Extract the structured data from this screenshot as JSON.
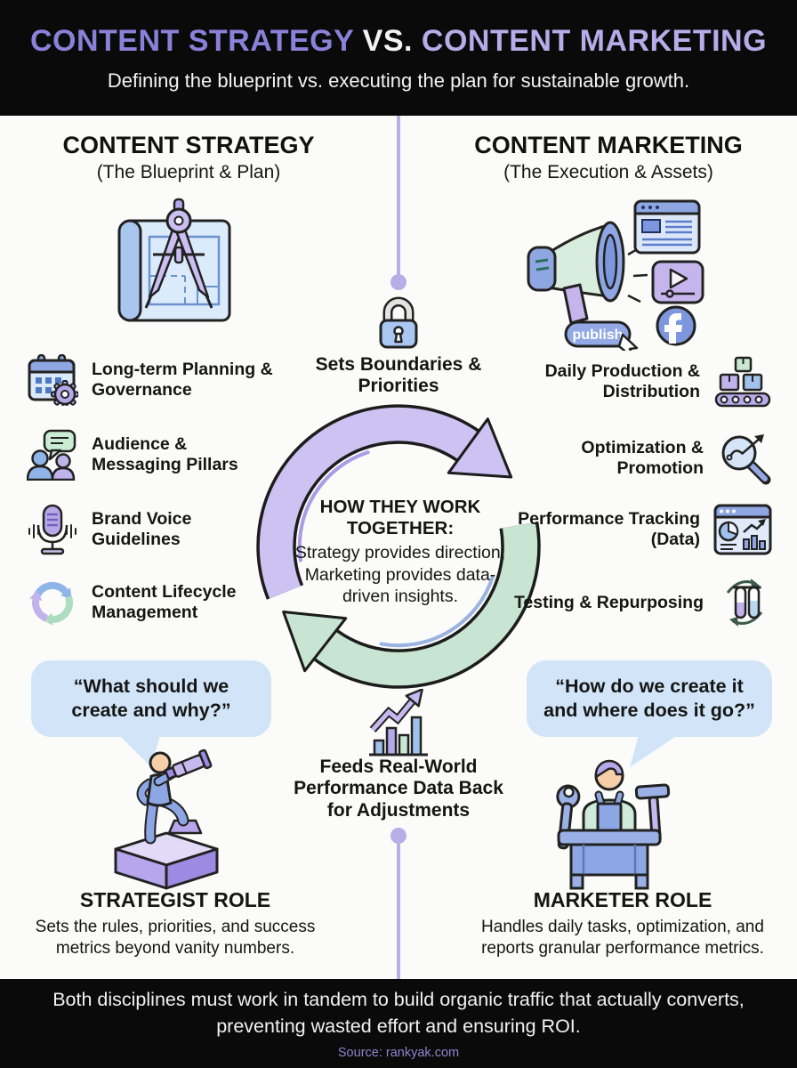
{
  "header": {
    "title_part1": "CONTENT STRATEGY",
    "title_vs": " VS. ",
    "title_part2": "CONTENT MARKETING",
    "subtitle": "Defining the blueprint vs. executing the plan for sustainable growth."
  },
  "strategy": {
    "title": "CONTENT STRATEGY",
    "subtitle": "(The Blueprint & Plan)",
    "hero_icon": "blueprint-compass-icon",
    "items": [
      {
        "icon": "calendar-gear-icon",
        "label": "Long-term Planning & Governance"
      },
      {
        "icon": "audience-chat-icon",
        "label": "Audience & Messaging Pillars"
      },
      {
        "icon": "microphone-icon",
        "label": "Brand Voice Guidelines"
      },
      {
        "icon": "lifecycle-arrows-icon",
        "label": "Content Lifecycle Management"
      }
    ],
    "quote": "“What should we create and why?”",
    "role_title": "STRATEGIST ROLE",
    "role_desc": "Sets the rules, priorities, and success metrics beyond vanity numbers."
  },
  "marketing": {
    "title": "CONTENT MARKETING",
    "subtitle": "(The Execution & Assets)",
    "hero_icon": "megaphone-channels-icon",
    "publish_label": "publish",
    "items": [
      {
        "icon": "conveyor-boxes-icon",
        "label": "Daily Production & Distribution"
      },
      {
        "icon": "magnifier-trend-icon",
        "label": "Optimization & Promotion"
      },
      {
        "icon": "analytics-dashboard-icon",
        "label": "Performance Tracking (Data)"
      },
      {
        "icon": "testtubes-cycle-icon",
        "label": "Testing & Repurposing"
      }
    ],
    "quote": "“How do we create it and where does it go?”",
    "role_title": "MARKETER ROLE",
    "role_desc": "Handles daily tasks, optimization, and reports granular performance metrics."
  },
  "center": {
    "boundaries_label": "Sets Boundaries & Priorities",
    "cycle_title": "HOW THEY WORK TOGETHER:",
    "cycle_desc": "Strategy provides direction; Marketing provides data-driven insights.",
    "feedback_label": "Feeds Real-World Performance Data Back for Adjustments"
  },
  "footer": {
    "text": "Both disciplines must work in tandem to build organic traffic that actually converts, preventing wasted effort and ensuring ROI.",
    "source": "Source: rankyak.com"
  },
  "colors": {
    "header_bg": "#0a0a0a",
    "title_purple": "#8a81d8",
    "title_light_purple": "#b5ace8",
    "connector_purple": "#b7aee8",
    "cycle_arrow_purple": "#cdc2f1",
    "cycle_arrow_green": "#c8e4d2",
    "speech_bubble_blue": "#d2e5f8",
    "source_text_purple": "#8f85cc"
  }
}
